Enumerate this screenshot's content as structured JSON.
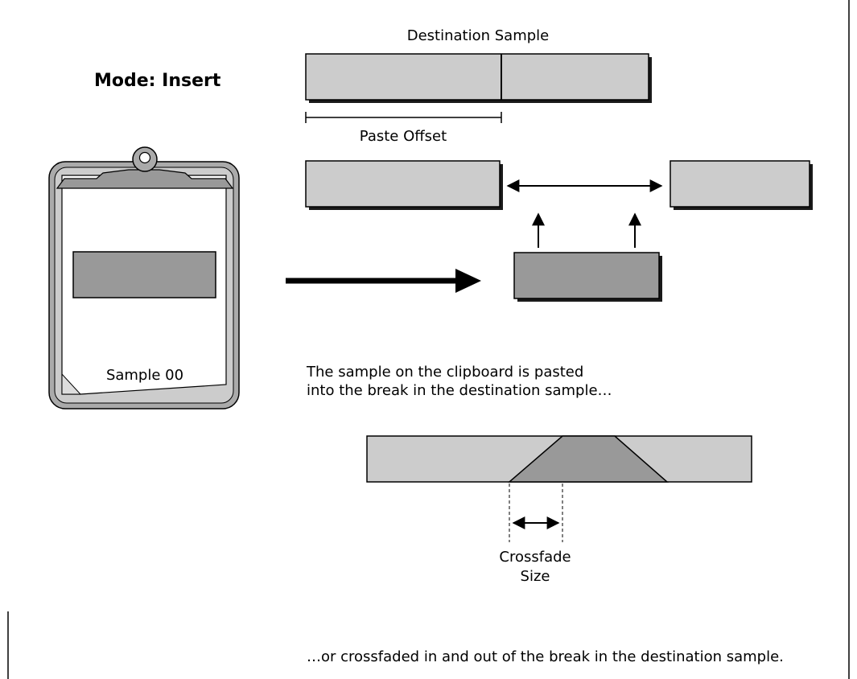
{
  "mode_label": "Mode: Insert",
  "destination_label": "Destination Sample",
  "paste_offset_label": "Paste Offset",
  "clipboard_label": "Sample 00",
  "caption_1": [
    "The sample on the clipboard is pasted",
    "into the break in the destination sample…"
  ],
  "crossfade_label": [
    "Crossfade",
    "Size"
  ],
  "caption_2": "…or crossfaded in and out of the break in the destination sample.",
  "colors": {
    "light_block": "#cccccc",
    "dark_block": "#999999",
    "shadow": "#1a1a1a",
    "line": "#000000"
  }
}
